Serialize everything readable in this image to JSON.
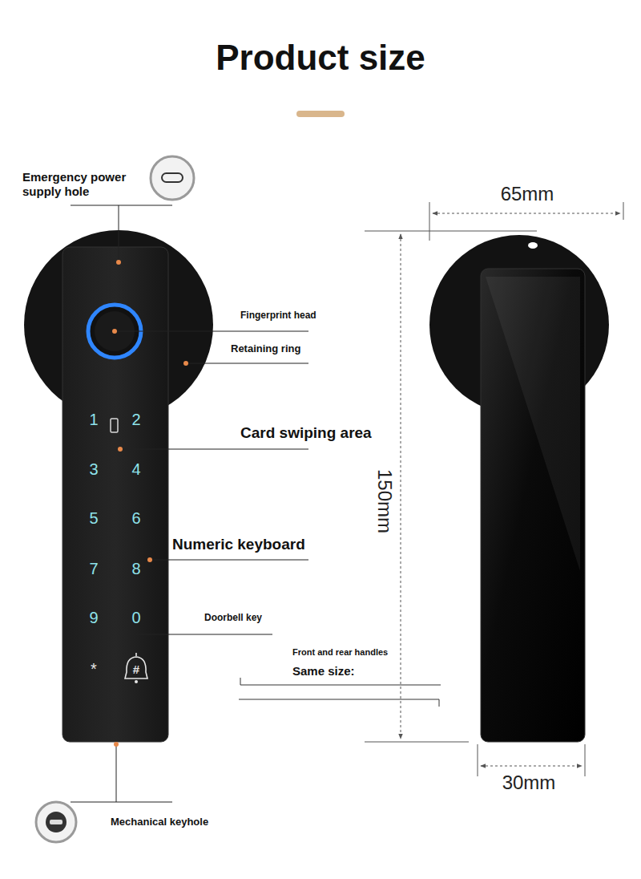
{
  "diagram": {
    "title": "Product size",
    "labels": [
      "Emergency power supply hole",
      "Fingerprint head",
      "Retaining ring",
      "1",
      "2",
      "Card swiping area",
      "3",
      "4",
      "5",
      "6",
      "Numeric keyboard",
      "7",
      "8",
      "9",
      "0",
      "Doorbell key",
      "*",
      "#",
      "Front and rear handles",
      "Same size:",
      "Mechanical keyhole",
      "65mm",
      "150mm",
      "30mm"
    ]
  }
}
